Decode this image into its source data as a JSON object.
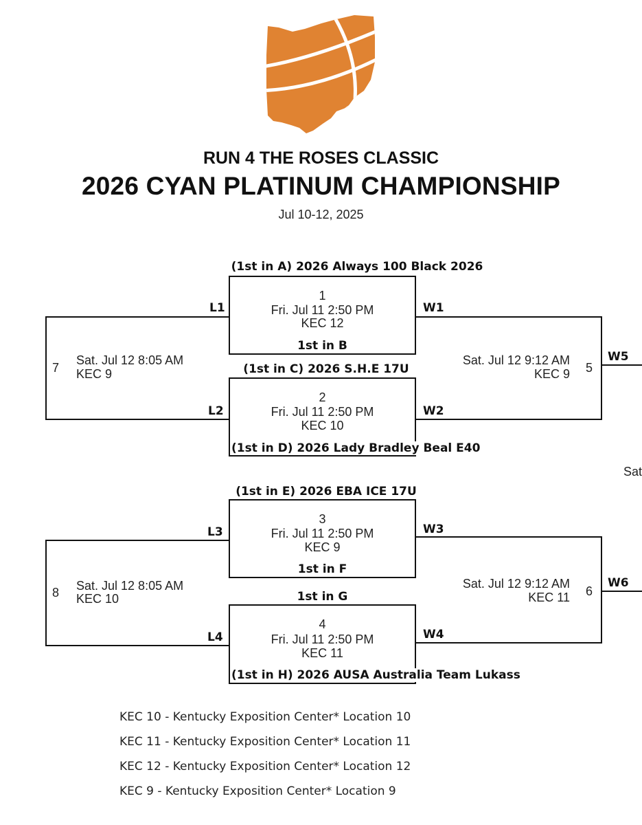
{
  "header": {
    "event": "RUN 4 THE ROSES CLASSIC",
    "title": "2026 CYAN PLATINUM CHAMPIONSHIP",
    "dates": "Jul 10-12, 2025"
  },
  "colors": {
    "logo": "#E08332",
    "lines": "#111111"
  },
  "games": {
    "g1": {
      "num": "1",
      "time": "Fri. Jul 11 2:50 PM",
      "court": "KEC 12",
      "top": "(1st in A) 2026 Always 100 Black 2026",
      "bottom": "1st in B"
    },
    "g2": {
      "num": "2",
      "time": "Fri. Jul 11 2:50 PM",
      "court": "KEC 10",
      "top": "(1st in C) 2026 S.H.E 17U",
      "bottom": "(1st in D) 2026 Lady Bradley Beal E40"
    },
    "g3": {
      "num": "3",
      "time": "Fri. Jul 11 2:50 PM",
      "court": "KEC 9",
      "top": "(1st in E) 2026 EBA ICE 17U",
      "bottom": "1st in F"
    },
    "g4": {
      "num": "4",
      "time": "Fri. Jul 11 2:50 PM",
      "court": "KEC 11",
      "top": "1st in G",
      "bottom": "(1st in H) 2026 AUSA Australia Team Lukass"
    },
    "g5": {
      "num": "5",
      "time": "Sat. Jul 12 9:12 AM",
      "court": "KEC 9"
    },
    "g6": {
      "num": "6",
      "time": "Sat. Jul 12 9:12 AM",
      "court": "KEC 11"
    },
    "g7": {
      "num": "7",
      "time": "Sat. Jul 12 8:05 AM",
      "court": "KEC 9"
    },
    "g8": {
      "num": "8",
      "time": "Sat. Jul 12 8:05 AM",
      "court": "KEC 10"
    }
  },
  "labels": {
    "L1": "L1",
    "L2": "L2",
    "L3": "L3",
    "L4": "L4",
    "W1": "W1",
    "W2": "W2",
    "W3": "W3",
    "W4": "W4",
    "W5": "W5",
    "W6": "W6",
    "cutoff": "Sat"
  },
  "legend": [
    "KEC 10 - Kentucky Exposition Center* Location 10",
    "KEC 11 - Kentucky Exposition Center* Location 11",
    "KEC 12 - Kentucky Exposition Center* Location 12",
    "KEC 9 - Kentucky Exposition Center* Location 9"
  ]
}
